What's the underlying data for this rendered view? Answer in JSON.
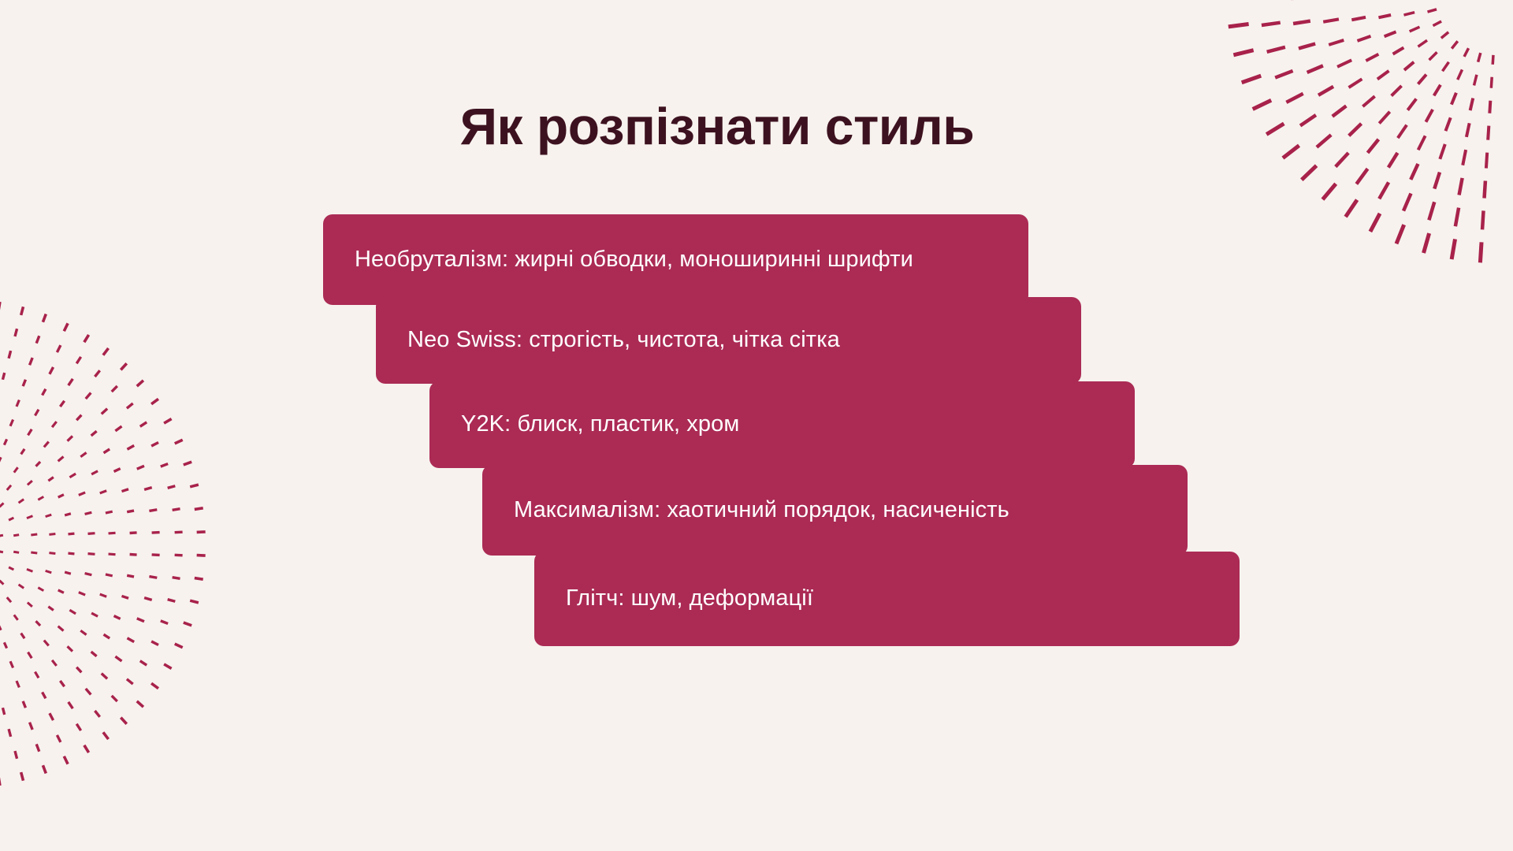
{
  "slide": {
    "title": "Як розпізнати стиль",
    "background_color": "#f7f2ee",
    "accent_color": "#ab2b55",
    "title_color": "#3d1220",
    "arrow_color": "#e9c6ce"
  },
  "steps": [
    {
      "label": "Необруталізм: жирні обводки, моноширинні шрифти",
      "name": "step-neobrutalism"
    },
    {
      "label": "Neo Swiss: строгість, чистота, чітка сітка",
      "name": "step-neo-swiss"
    },
    {
      "label": "Y2K: блиск, пластик, хром",
      "name": "step-y2k"
    },
    {
      "label": "Максималізм: хаотичний порядок, насиченість",
      "name": "step-maximalism"
    },
    {
      "label": "Глітч: шум, деформації",
      "name": "step-glitch"
    }
  ],
  "decorations": [
    {
      "name": "radial-burst-top-right",
      "color": "#a8224b"
    },
    {
      "name": "radial-burst-left",
      "color": "#a8224b"
    }
  ]
}
